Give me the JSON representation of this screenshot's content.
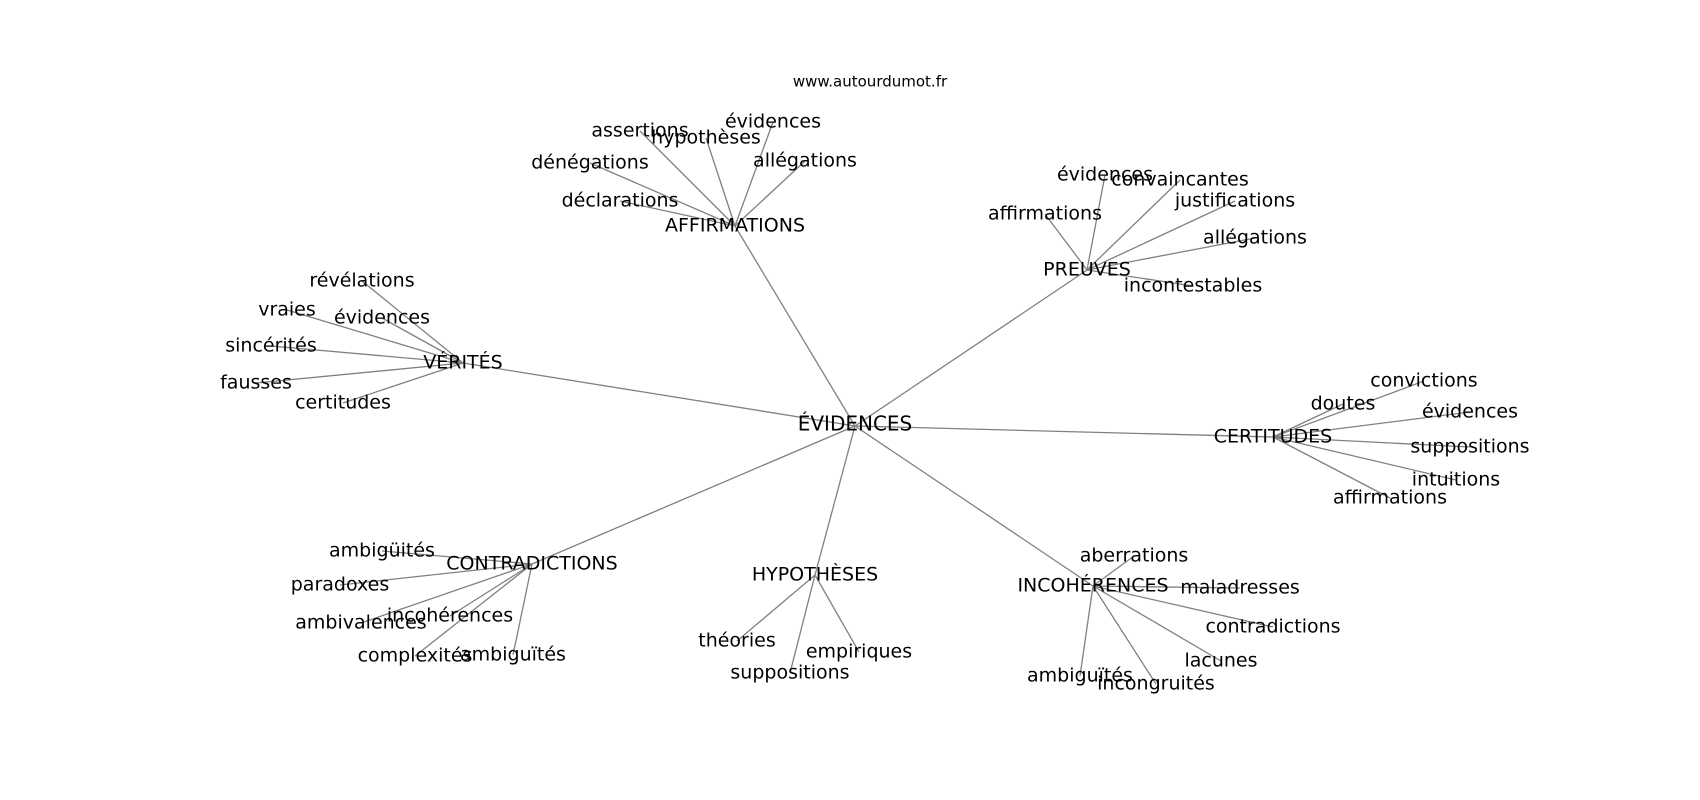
{
  "site": "www.autourdumot.fr",
  "center": "ÉVIDENCES",
  "hubs": [
    {
      "label": "AFFIRMATIONS",
      "leaves": [
        "assertions",
        "hypothèses",
        "évidences",
        "dénégations",
        "allégations",
        "déclarations"
      ]
    },
    {
      "label": "PREUVES",
      "leaves": [
        "évidences",
        "convaincantes",
        "affirmations",
        "justifications",
        "allégations",
        "incontestables"
      ]
    },
    {
      "label": "VÉRITÉS",
      "leaves": [
        "révélations",
        "vraies",
        "évidences",
        "sincérités",
        "fausses",
        "certitudes"
      ]
    },
    {
      "label": "CERTITUDES",
      "leaves": [
        "convictions",
        "doutes",
        "évidences",
        "suppositions",
        "intuitions",
        "affirmations"
      ]
    },
    {
      "label": "CONTRADICTIONS",
      "leaves": [
        "ambigüités",
        "paradoxes",
        "incohérences",
        "ambivalences",
        "complexités",
        "ambiguïtés"
      ]
    },
    {
      "label": "HYPOTHÈSES",
      "leaves": [
        "théories",
        "empiriques",
        "suppositions"
      ]
    },
    {
      "label": "INCOHÉRENCES",
      "leaves": [
        "aberrations",
        "maladresses",
        "contradictions",
        "lacunes",
        "ambiguïtés",
        "incongruités"
      ]
    }
  ],
  "colors": {
    "edge": "#808080",
    "text": "#000000",
    "background": "#ffffff"
  }
}
